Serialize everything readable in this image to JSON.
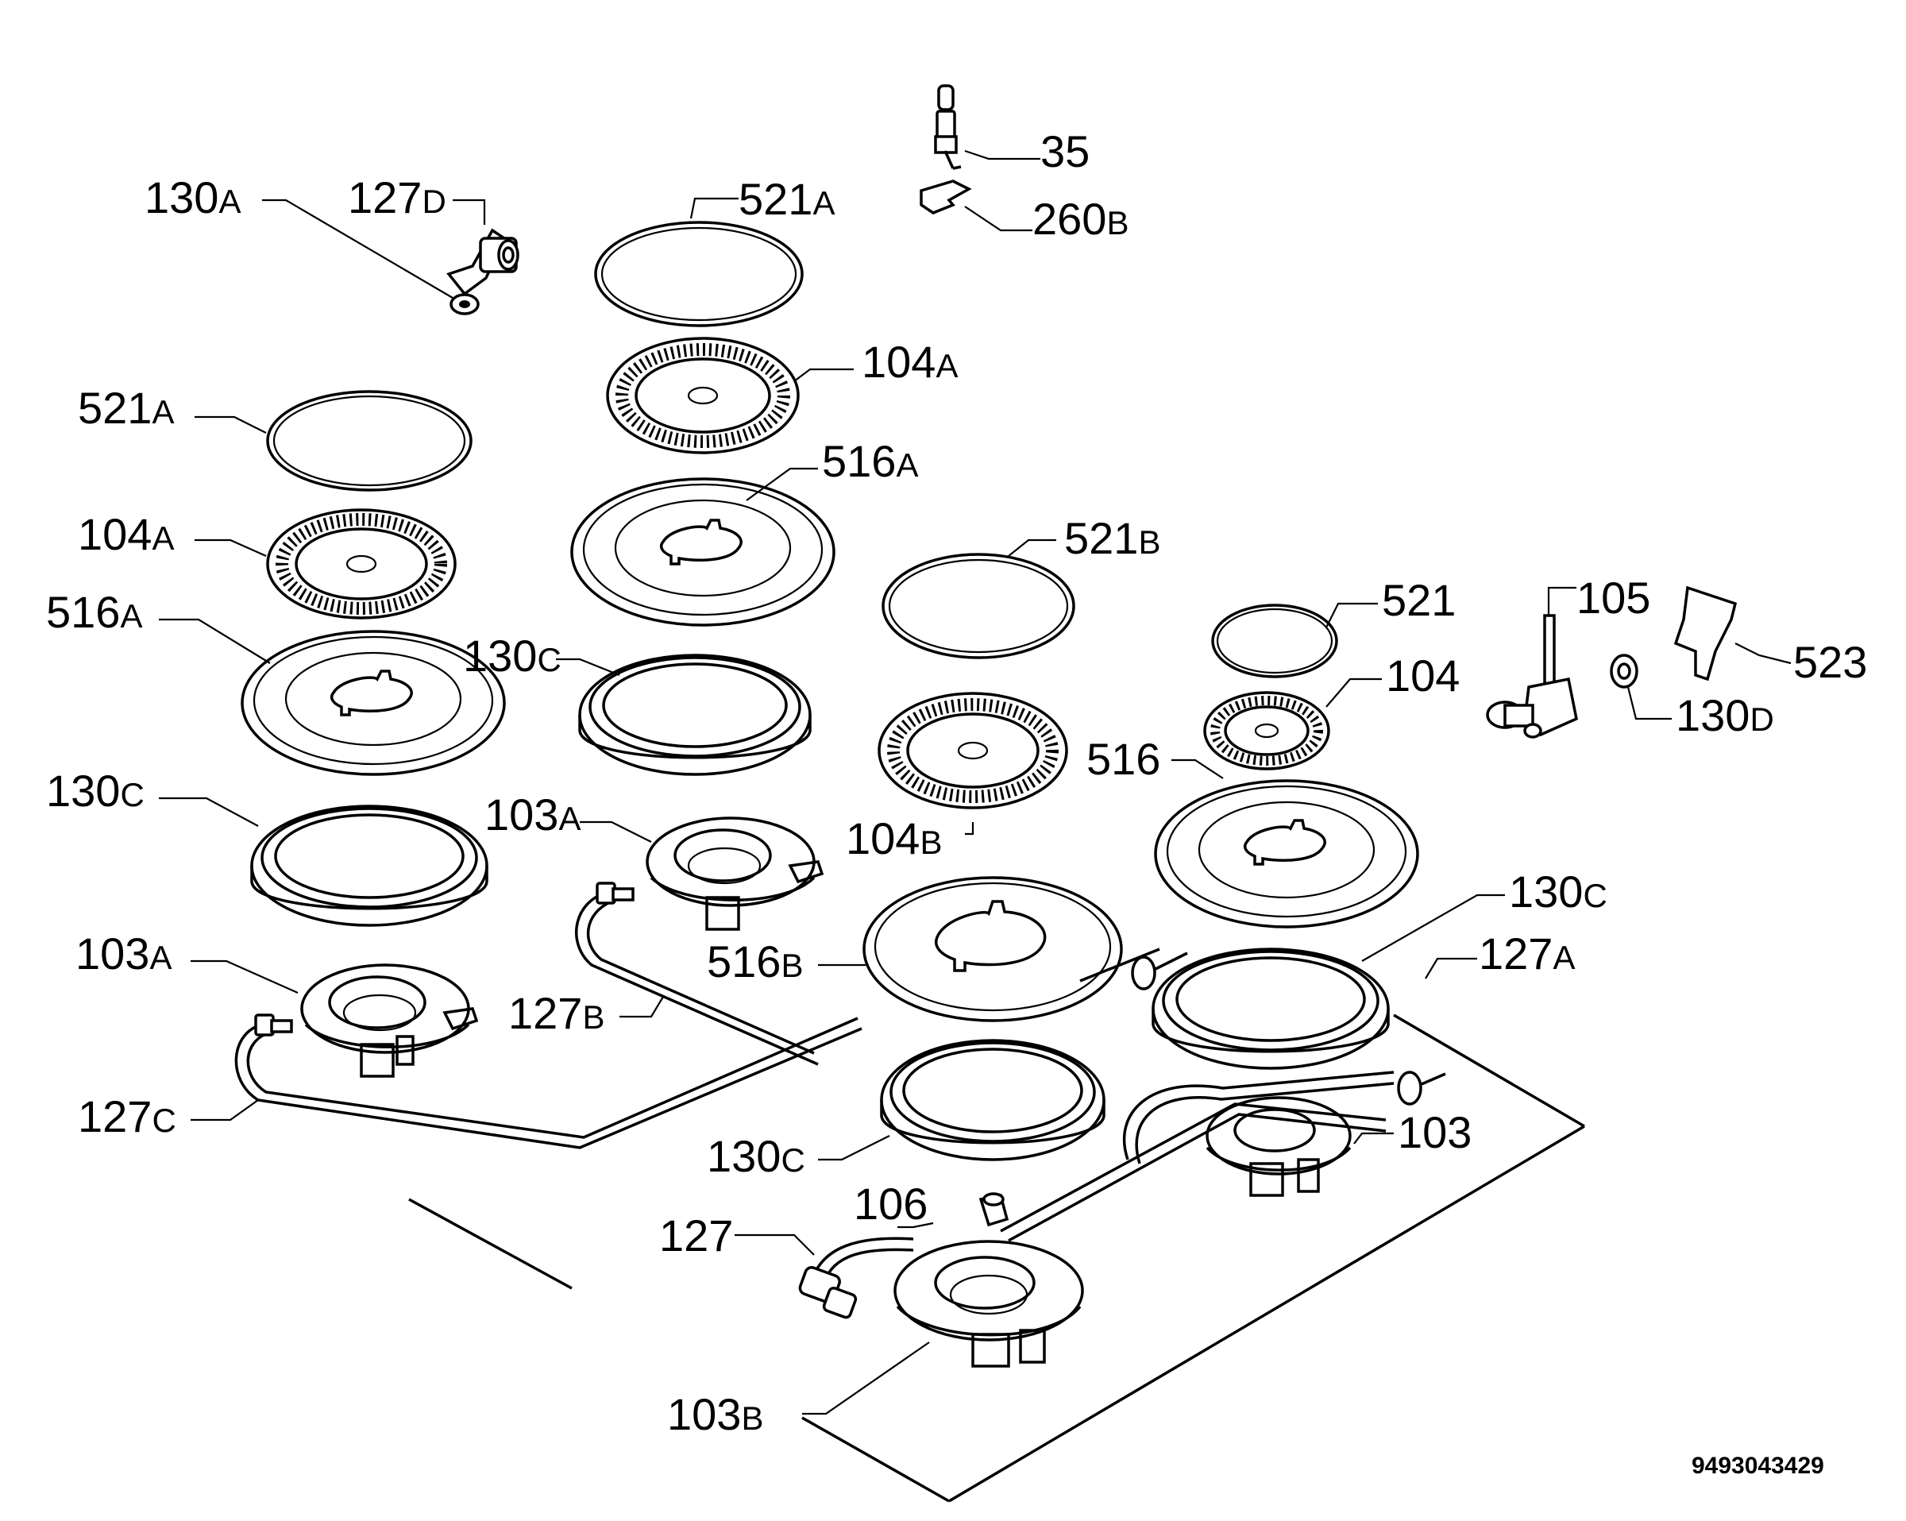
{
  "diagram": {
    "reference_number": "9493043429",
    "labels": {
      "l130a_1": [
        "130",
        "A"
      ],
      "l127d": [
        "127",
        "D"
      ],
      "l521a_1": [
        "521",
        "A"
      ],
      "l104a_1": [
        "104",
        "A"
      ],
      "l516a_1": [
        "516",
        "A"
      ],
      "l130c_1": [
        "130",
        "C"
      ],
      "l103a_1": [
        "103",
        "A"
      ],
      "l127c": [
        "127",
        "C"
      ],
      "l35": [
        "35",
        ""
      ],
      "l260b": [
        "260",
        "B"
      ],
      "l521a_2": [
        "521",
        "A"
      ],
      "l104a_2": [
        "104",
        "A"
      ],
      "l516a_2": [
        "516",
        "A"
      ],
      "l130c_2": [
        "130",
        "C"
      ],
      "l103a_2": [
        "103",
        "A"
      ],
      "l127b": [
        "127",
        "B"
      ],
      "l521b": [
        "521",
        "B"
      ],
      "l104b": [
        "104",
        "B"
      ],
      "l516b": [
        "516",
        "B"
      ],
      "l130c_3": [
        "130",
        "C"
      ],
      "l106": [
        "106",
        ""
      ],
      "l127": [
        "127",
        ""
      ],
      "l103b": [
        "103",
        "B"
      ],
      "l521": [
        "521",
        ""
      ],
      "l104": [
        "104",
        ""
      ],
      "l105": [
        "105",
        ""
      ],
      "l523": [
        "523",
        ""
      ],
      "l130d": [
        "130",
        "D"
      ],
      "l516": [
        "516",
        ""
      ],
      "l130c_4": [
        "130",
        "C"
      ],
      "l127a": [
        "127",
        "A"
      ],
      "l103": [
        "103",
        ""
      ]
    }
  }
}
